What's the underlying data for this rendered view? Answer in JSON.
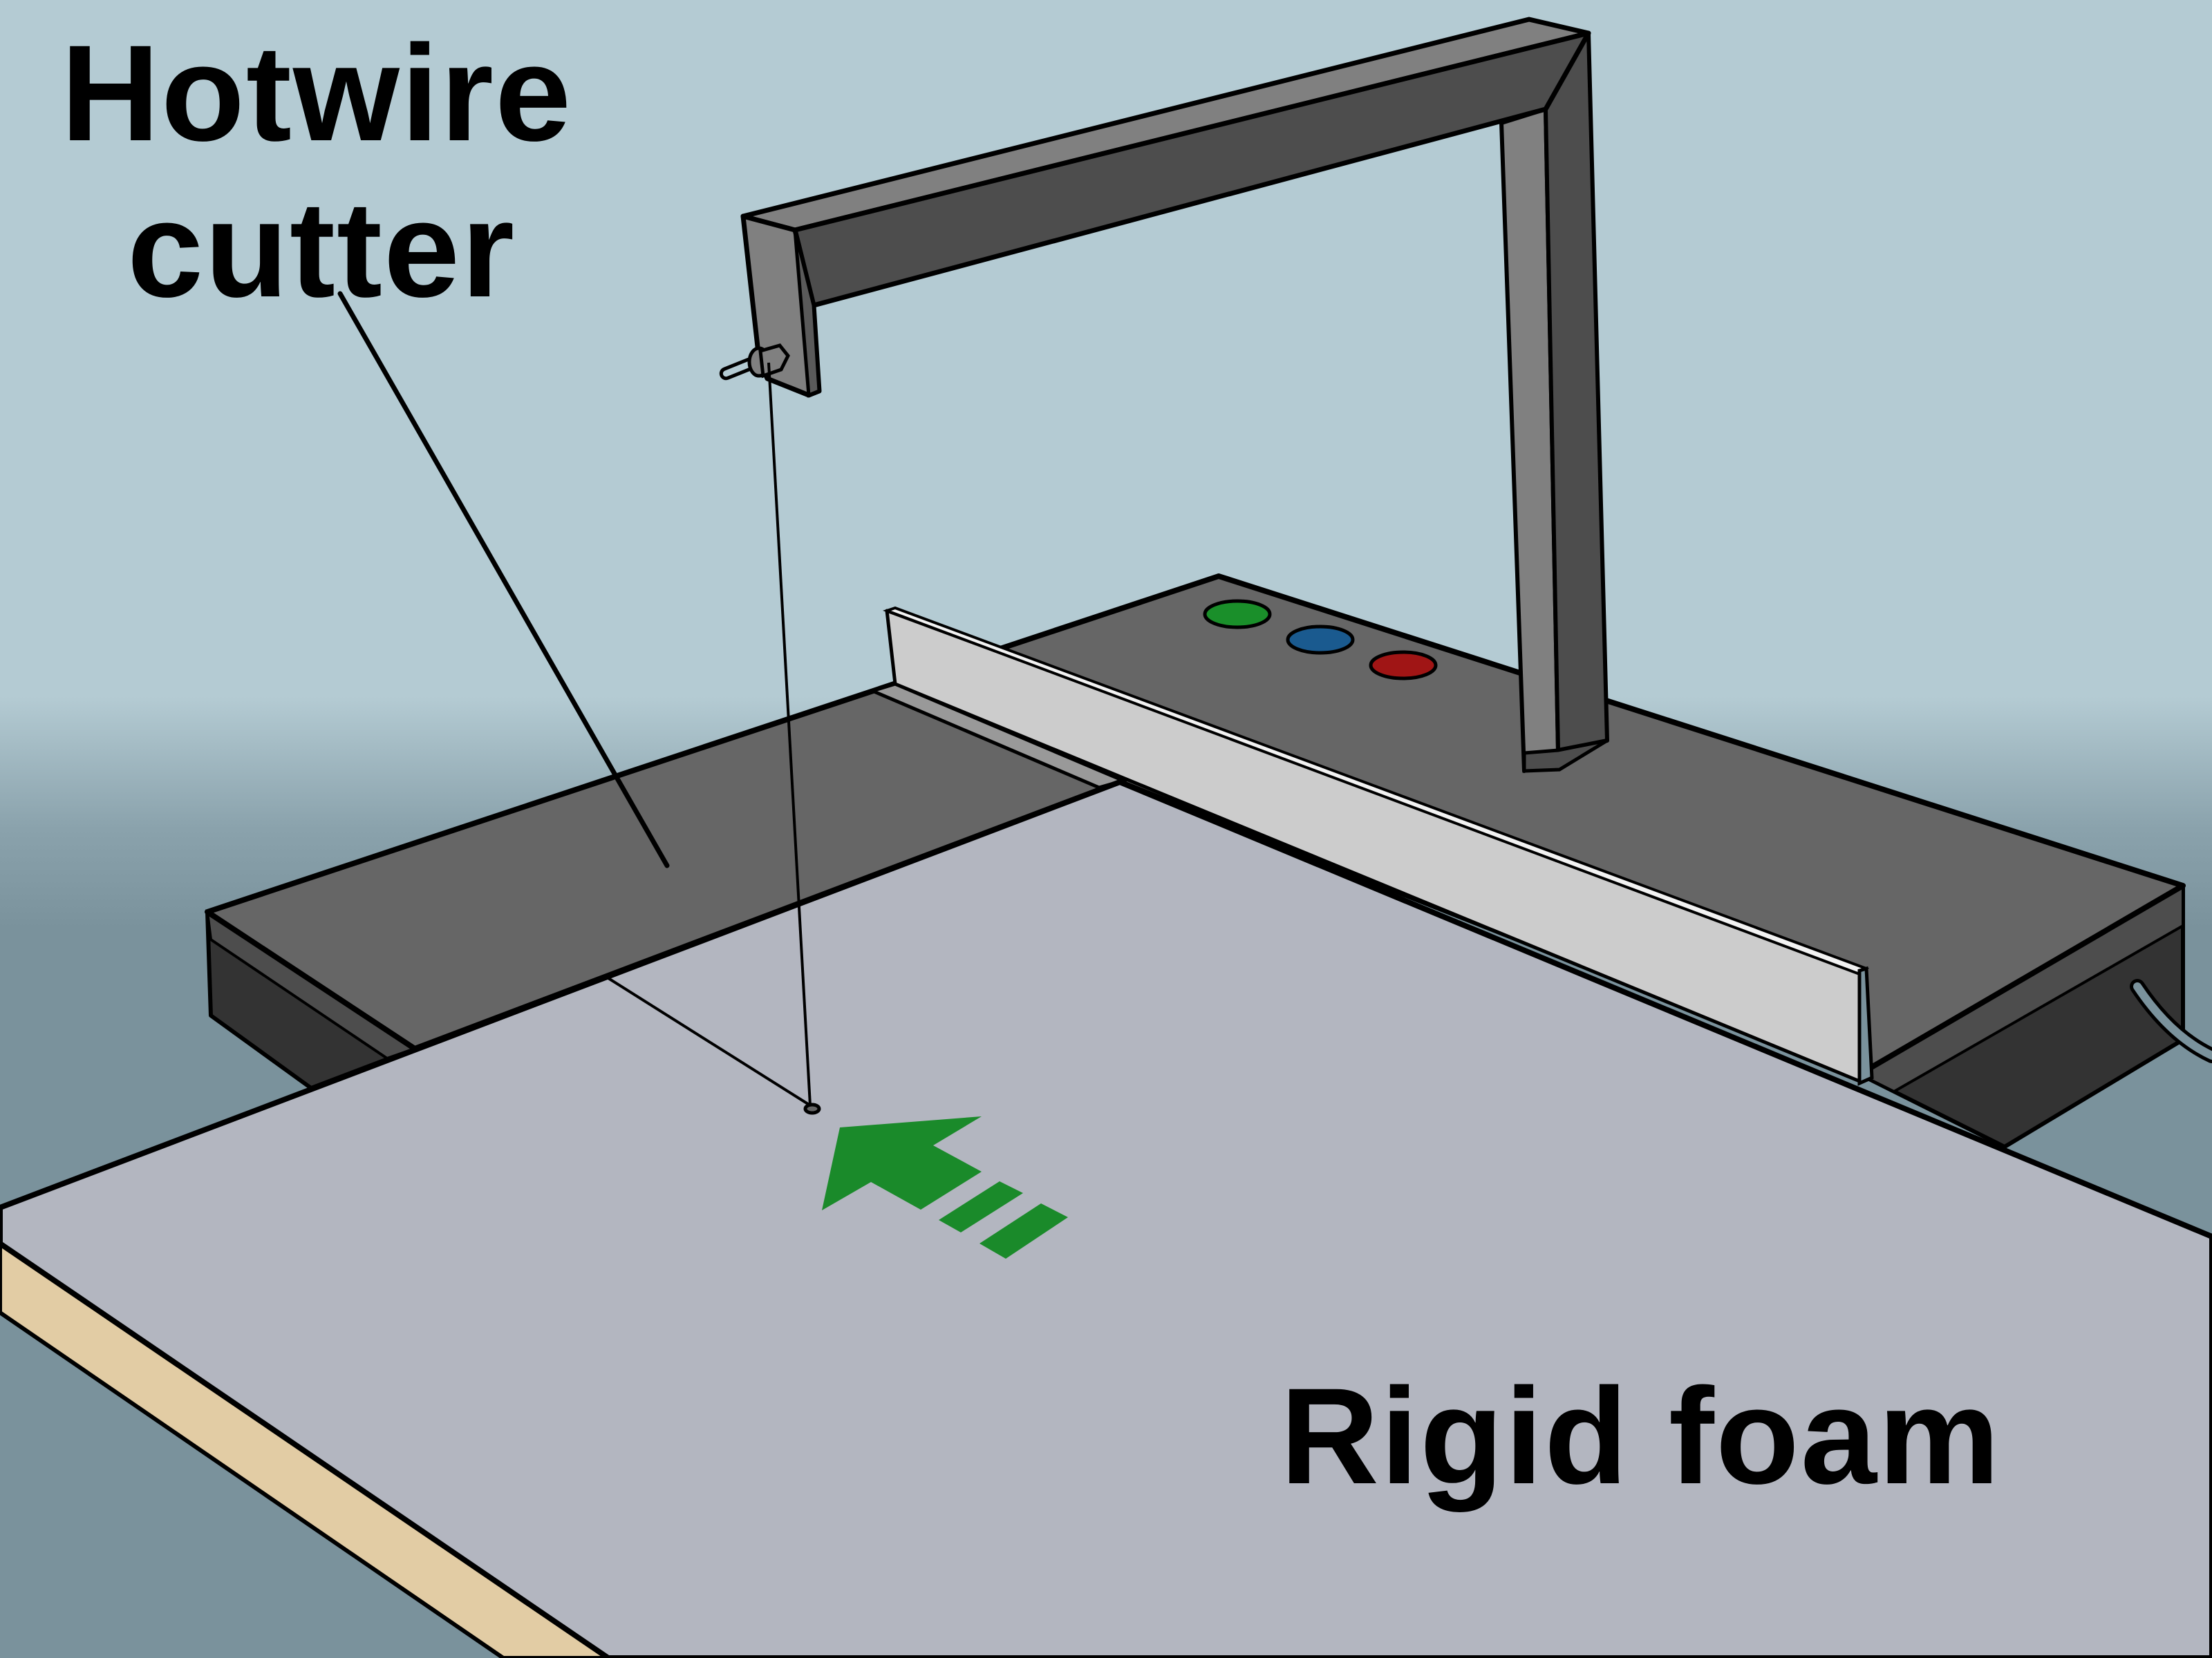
{
  "illustration": {
    "subject": "Hotwire foam cutter cutting a sheet of rigid foam",
    "labels": {
      "tool_line1": "Hotwire",
      "tool_line2": "cutter",
      "material": "Rigid foam"
    },
    "control_buttons": [
      {
        "name": "green-button",
        "color": "#1a8f2a"
      },
      {
        "name": "blue-button",
        "color": "#1a5a8f"
      },
      {
        "name": "red-button",
        "color": "#a01515"
      }
    ],
    "feed_direction_arrow": {
      "color": "#1a8a2a",
      "direction": "toward-upper-left"
    },
    "colors": {
      "sky_top": "#b4cbd3",
      "floor": "#7a929c",
      "foam": "#b3b6c0",
      "wood_edge": "#e2cca4",
      "base_top": "#666666",
      "base_side": "#333333",
      "arm_light": "#808080",
      "arm_dark": "#4d4d4d",
      "fence": "#cccccc"
    }
  }
}
